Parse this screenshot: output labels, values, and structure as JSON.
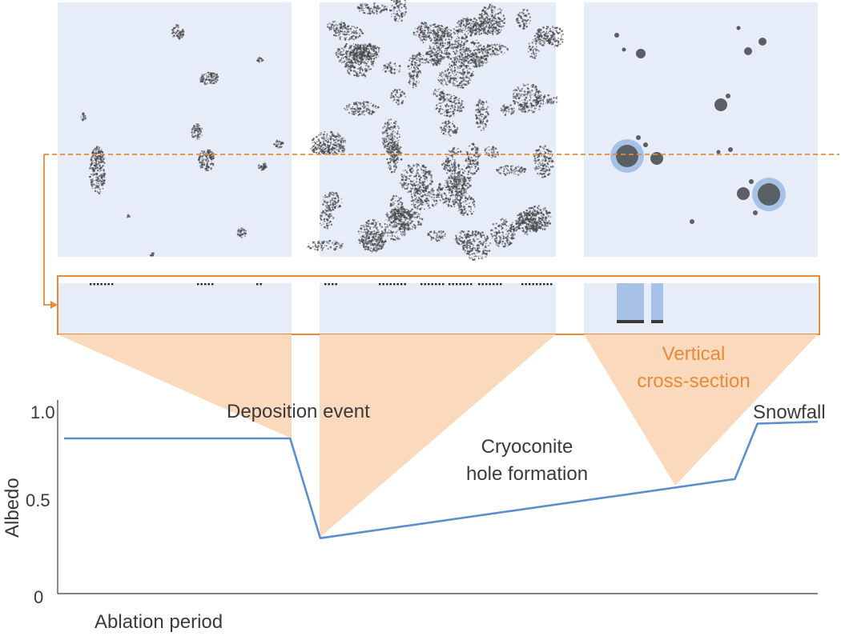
{
  "labels": {
    "deposition": "Deposition event",
    "cryoconite_line1": "Cryoconite",
    "cryoconite_line2": "hole formation",
    "vertical_line1": "Vertical",
    "vertical_line2": "cross-section",
    "snowfall": "Snowfall",
    "x_axis": "Ablation period",
    "y_axis": "Albedo"
  },
  "y_ticks": [
    "1.0",
    "0.5",
    "0"
  ],
  "colors": {
    "ice": "#e6edf8",
    "sediment": "#4a4a4a",
    "highlight": "#e98a3a",
    "cone": "#fbd9bd",
    "albedo_line": "#5b8fcd",
    "hole_water": "#a7c2e6",
    "axis": "#3a3a3a"
  },
  "chart_data": {
    "type": "line",
    "ylabel": "Albedo",
    "xlabel": "Ablation period",
    "ylim": [
      0,
      1.0
    ],
    "yticks": [
      0,
      0.5,
      1.0
    ],
    "series": [
      {
        "x": [
          0,
          0.3,
          0.34,
          0.89,
          0.92,
          1.0
        ],
        "values": [
          0.84,
          0.84,
          0.3,
          0.62,
          0.92,
          0.93
        ]
      }
    ]
  }
}
